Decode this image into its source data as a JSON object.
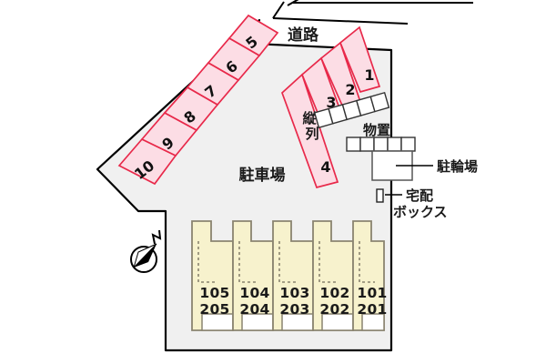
{
  "map": {
    "title": "apartment-site-plan",
    "colors": {
      "site_fill": "#f0f0f0",
      "site_stroke": "#000000",
      "parking_fill": "#fcdde5",
      "parking_stroke": "#e8294a",
      "building_fill": "#f7f2cd",
      "building_stroke": "#8a8470",
      "storage_fill": "#ffffff",
      "storage_stroke": "#333333",
      "label_color": "#1a1a1a",
      "background": "#ffffff"
    }
  },
  "labels": {
    "road": "道路",
    "parking_lot": "駐車場",
    "tandem_parking": "縦列",
    "storage": "物置",
    "bicycle_parking": "駐輪場",
    "delivery_box_line1": "宅配",
    "delivery_box_line2": "ボックス",
    "compass_north": "N"
  },
  "parking": {
    "angled_row": {
      "label": "駐車場",
      "stalls": [
        {
          "number": "10"
        },
        {
          "number": "9"
        },
        {
          "number": "8"
        },
        {
          "number": "7"
        },
        {
          "number": "6"
        },
        {
          "number": "5"
        }
      ]
    },
    "upper_row": {
      "stalls": [
        {
          "number": "3"
        },
        {
          "number": "2"
        },
        {
          "number": "1"
        }
      ]
    },
    "tandem": {
      "label": "縦列",
      "stalls": [
        {
          "number": "4"
        }
      ]
    }
  },
  "building": {
    "units": [
      {
        "floor1": "105",
        "floor2": "205"
      },
      {
        "floor1": "104",
        "floor2": "204"
      },
      {
        "floor1": "103",
        "floor2": "203"
      },
      {
        "floor1": "102",
        "floor2": "202"
      },
      {
        "floor1": "101",
        "floor2": "201"
      }
    ]
  },
  "facilities": [
    {
      "name": "storage",
      "label": "物置",
      "cells": 10
    },
    {
      "name": "bicycle-parking",
      "label": "駐輪場"
    },
    {
      "name": "delivery-box",
      "label": "宅配ボックス"
    }
  ]
}
